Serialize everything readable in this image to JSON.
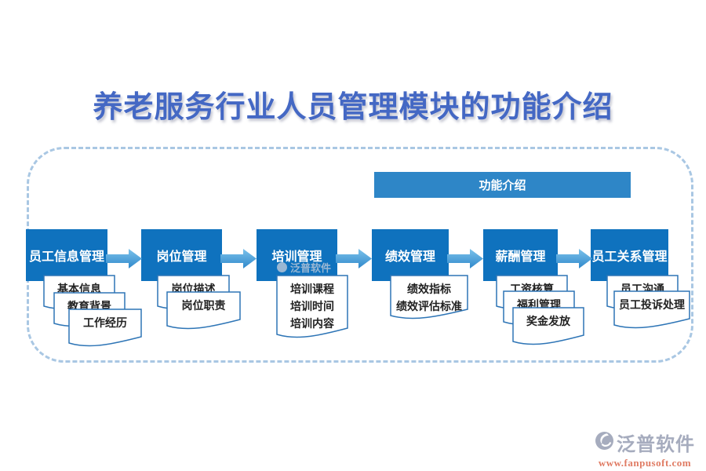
{
  "title": {
    "text": "养老服务行业人员管理模块的功能介绍"
  },
  "banner": {
    "label": "功能介绍"
  },
  "modules": [
    {
      "label": "员工信息管理",
      "items": [
        [
          "基本信息"
        ],
        [
          "教育背景"
        ],
        [
          "工作经历"
        ]
      ]
    },
    {
      "label": "岗位管理",
      "items": [
        [
          "岗位描述"
        ],
        [
          "岗位职责"
        ]
      ]
    },
    {
      "label": "培训管理",
      "items": [
        [
          "培训课程",
          "培训时间",
          "培训内容"
        ]
      ]
    },
    {
      "label": "绩效管理",
      "items": [
        [
          "绩效指标",
          "绩效评估标准"
        ]
      ]
    },
    {
      "label": "薪酬管理",
      "items": [
        [
          "工资核算"
        ],
        [
          "福利管理"
        ],
        [
          "奖金发放"
        ]
      ]
    },
    {
      "label": "员工关系管理",
      "items": [
        [
          "员工沟通"
        ],
        [
          "员工投诉处理"
        ]
      ]
    }
  ],
  "watermark": {
    "text": "泛普软件"
  },
  "footer": {
    "brand": "泛普软件",
    "url": "www.fanpusoft.com"
  },
  "colors": {
    "title": "#4468C4",
    "banner": "#2E86C7",
    "module_box": "#0F72BE",
    "box_text": "#FFFFFF",
    "arrow_start": "#7CC2EB",
    "arrow_end": "#2F88CB",
    "dashed_border": "#A9C7E3",
    "note_border": "#2E75B6",
    "note_text": "#222222",
    "watermark": "#C9CEDA",
    "brand_gray": "#A6ACBE",
    "url_color": "#E07B63"
  }
}
